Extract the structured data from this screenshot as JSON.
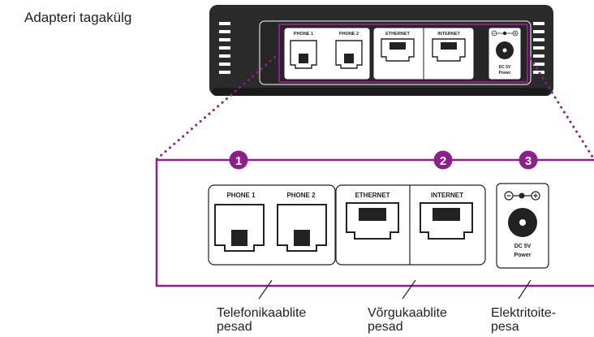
{
  "heading": "Adapteri tagakülg",
  "ports": {
    "phone1": "PHONE 1",
    "phone2": "PHONE 2",
    "ethernet": "ETHERNET",
    "internet": "INTERNET",
    "power_line1": "DC 5V",
    "power_line2": "Power"
  },
  "callouts": [
    {
      "number": "1",
      "label_line1": "Telefonikaablite",
      "label_line2": "pesad"
    },
    {
      "number": "2",
      "label_line1": "Võrgukaablite",
      "label_line2": "pesad"
    },
    {
      "number": "3",
      "label_line1": "Elektritoite-",
      "label_line2": "pesa"
    }
  ],
  "colors": {
    "accent": "#8c1f8a",
    "device": "#2b2b2b",
    "line": "#222222"
  }
}
